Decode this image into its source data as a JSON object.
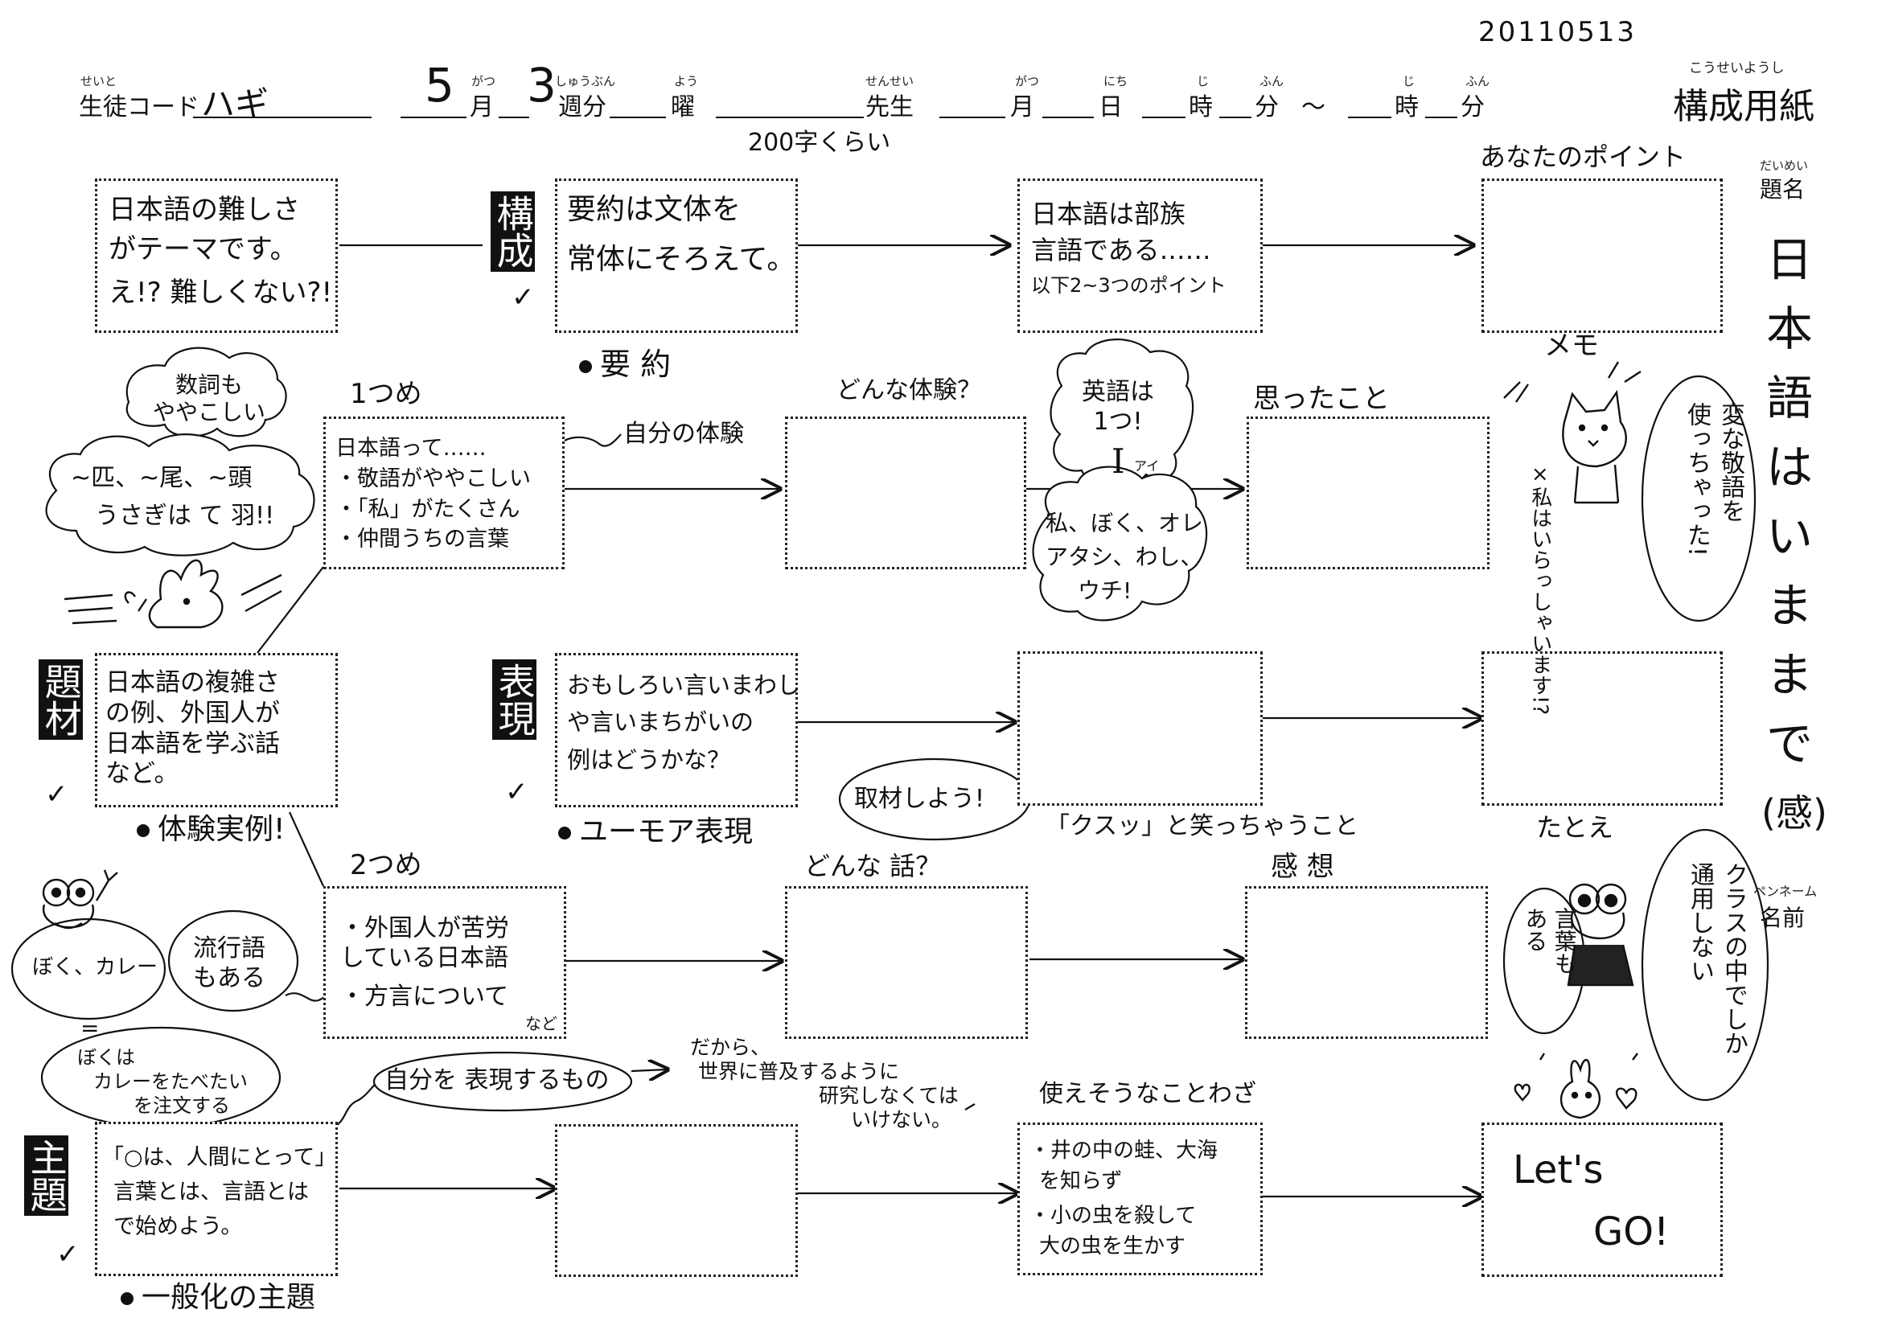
{
  "date_stamp": "20110513",
  "header": {
    "student_code_furigana": "せいと",
    "student_code_label": "生徒コード",
    "student_code_value": "ハギ",
    "month_value": "5",
    "month_furigana": "がつ",
    "month_label": "月",
    "week_value": "3",
    "week_furigana": "しゅうぶん",
    "week_label": "週分",
    "weekday_furigana": "よう",
    "weekday_label": "曜",
    "teacher_furigana": "せんせい",
    "teacher_label": "先生",
    "date_month_furigana": "がつ",
    "date_month_label": "月",
    "date_day_furigana": "にち",
    "date_day_label": "日",
    "time1_hour_furigana": "じ",
    "time1_hour_label": "時",
    "time1_min_furigana": "ふん",
    "time1_min_label": "分",
    "tilde": "～",
    "time2_hour_furigana": "じ",
    "time2_hour_label": "時",
    "time2_min_furigana": "ふん",
    "time2_min_label": "分",
    "sheet_title_furigana": "こうせいようし",
    "sheet_title": "構成用紙"
  },
  "side": {
    "title_furigana": "だいめい",
    "title_label": "題名",
    "essay_title_chars": [
      "日",
      "本",
      "語",
      "は",
      "い",
      "ま",
      "ま",
      "で",
      "(感)"
    ],
    "penname_furigana": "ペンネーム",
    "penname_label": "名前"
  },
  "labels": {
    "char_count": "200字くらい",
    "your_point": "あなたのポイント",
    "memo": "メモ",
    "first": "1つめ",
    "what_experience": "どんな体験？",
    "thoughts": "思ったこと",
    "kusutto": "「クスッ」と笑っちゃうこと",
    "example": "たとえ",
    "second": "2つめ",
    "what_story": "どんな 話？",
    "impression": "感 想",
    "usable_proverb": "使えそうなことわざ",
    "summary_caption": "要 約",
    "experience_caption": "体験実例!",
    "humor_caption": "ユーモア表現",
    "general_caption": "一般化の主題"
  },
  "tabs": {
    "kosei": "構成",
    "daizai": "題材",
    "hyogen": "表現",
    "shudai": "主題"
  },
  "boxes": {
    "r1c1": [
      "日本語の難しさ",
      "がテーマです。",
      "え!? 難しくない?!"
    ],
    "r1c2": [
      "要約は文体を",
      "常体にそろえて。"
    ],
    "r1c3": [
      "日本語は部族",
      "言語である……",
      "以下2~3つのポイント"
    ],
    "r2c1": [
      "日本語って……",
      "・敬語がややこしい",
      "・「私」がたくさん",
      "・仲間うちの言葉"
    ],
    "r3c1": [
      "日本語の複雑さ",
      "の例、外国人が",
      "日本語を学ぶ話",
      "など。"
    ],
    "r3c2": [
      "おもしろい言いまわし",
      "や言いまちがいの",
      "例はどうかな？"
    ],
    "r4c1": [
      "・外国人が苦労",
      "している日本語",
      "・方言について"
    ],
    "r4c1_small": "など",
    "r5c1": [
      "「○は、人間にとって」",
      "言葉とは、言語とは",
      "で始めよう。"
    ],
    "r5c3": [
      "・井の中の蛙、大海",
      "を知らず",
      "・小の虫を殺して",
      "大の虫を生かす"
    ],
    "r5c4": [
      "Let's",
      "GO!"
    ]
  },
  "notes": {
    "own_experience": "自分の体験",
    "self_expression": "自分を 表現するもの",
    "so_research": [
      "だから、",
      "世界に普及するように",
      "研究しなくては",
      "いけない。"
    ]
  },
  "doodles": {
    "cloud_number_words": [
      "数詞も",
      "ややこしい"
    ],
    "cloud_counters": [
      "~匹、~尾、~頭",
      "うさぎは て 羽!!"
    ],
    "cloud_english": [
      "英語は",
      "1つ!"
    ],
    "english_i": "I",
    "english_i_reading": "アイ",
    "cloud_pronouns": [
      "私、ぼく、オレ",
      "アタシ、わし、",
      "ウチ!"
    ],
    "bubble_research": "取材しよう!",
    "bubble_curry": "ぼく、カレー",
    "equals": "=",
    "curry_order": [
      "ぼくは",
      "カレーをたべたい",
      "を注文する"
    ],
    "bubble_slang": [
      "流行語",
      "もある"
    ],
    "cat_speech": [
      "変な敬語を",
      "使っちゃった!"
    ],
    "cat_example": [
      "×私はいらっしゃいます!?"
    ],
    "frog_speech_class": [
      "クラスの中でしか",
      "通用しない"
    ],
    "frog_speech_words": [
      "言葉も",
      "ある"
    ]
  }
}
